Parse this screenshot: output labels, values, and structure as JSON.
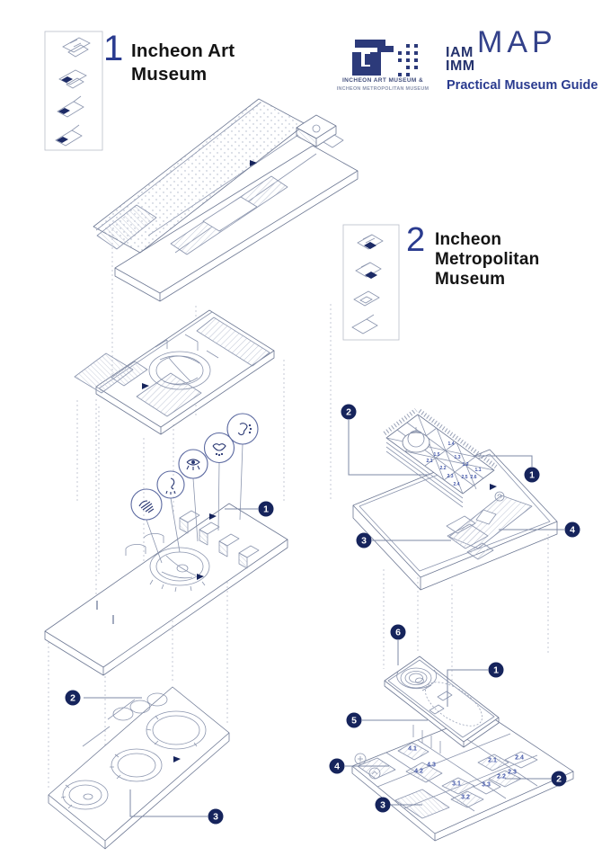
{
  "brand": {
    "iam": "IAM",
    "imm": "IMM",
    "map": "MAP",
    "tagline": "Practical Museum Guide",
    "logo_caption_1": "INCHEON ART MUSEUM &",
    "logo_caption_2": "INCHEON METROPOLITAN MUSEUM"
  },
  "colors": {
    "navy": "#16245c",
    "accent_blue": "#2a3b8f",
    "label_blue": "#4055a8",
    "line_gray": "#8b95ae"
  },
  "museum1": {
    "number": "1",
    "title": "Incheon Art Museum",
    "level_badges": [
      "1",
      "2",
      "3"
    ],
    "sense_icons": [
      "hearing",
      "taste",
      "sight",
      "smell",
      "touch"
    ]
  },
  "museum2": {
    "number": "2",
    "title": "Incheon Metropolitan Museum",
    "top_badges": [
      "2",
      "1",
      "4",
      "3"
    ],
    "bottom_badges": [
      "6",
      "1",
      "5",
      "4",
      "2",
      "3"
    ],
    "roof_labels": [
      "1.4",
      "1.5",
      "1.3",
      "2.1",
      "1.2",
      "2.2",
      "1.1",
      "2.3",
      "2.5",
      "2.6",
      "2.4"
    ],
    "room_labels": [
      "4.1",
      "4.3",
      "4.2",
      "2.1",
      "2.4",
      "2.2",
      "2.3",
      "3.1",
      "3.3",
      "3.2"
    ]
  }
}
